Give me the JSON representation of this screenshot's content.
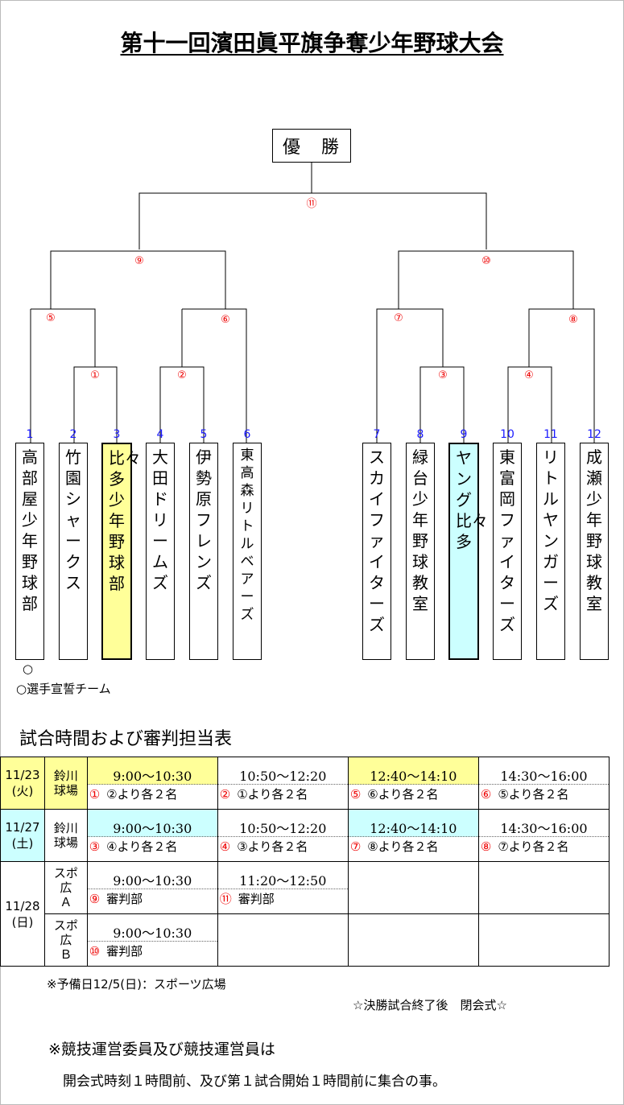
{
  "title": "第十一回濱田眞平旗争奪少年野球大会",
  "bracket": {
    "champion_label": "優　勝",
    "games": [
      "①",
      "②",
      "③",
      "④",
      "⑤",
      "⑥",
      "⑦",
      "⑧",
      "⑨",
      "⑩",
      "⑪"
    ],
    "teams": [
      {
        "no": "1",
        "name": "高部屋少年野球部",
        "highlight": ""
      },
      {
        "no": "2",
        "name": "竹園シャークス",
        "highlight": ""
      },
      {
        "no": "3",
        "name": "比々多少年野球部",
        "highlight": "yellow"
      },
      {
        "no": "4",
        "name": "大田ドリームズ",
        "highlight": ""
      },
      {
        "no": "5",
        "name": "伊勢原フレンズ",
        "highlight": ""
      },
      {
        "no": "6",
        "name": "東高森リトルベアーズ",
        "highlight": ""
      },
      {
        "no": "7",
        "name": "スカイファイターズ",
        "highlight": ""
      },
      {
        "no": "8",
        "name": "緑台少年野球教室",
        "highlight": ""
      },
      {
        "no": "9",
        "name": "ヤング比々多",
        "highlight": "cyan"
      },
      {
        "no": "10",
        "name": "東富岡ファイターズ",
        "highlight": ""
      },
      {
        "no": "11",
        "name": "リトルヤンガーズ",
        "highlight": ""
      },
      {
        "no": "12",
        "name": "成瀬少年野球教室",
        "highlight": ""
      }
    ],
    "oath_mark": "○",
    "oath_note": "○選手宣誓チーム"
  },
  "schedule": {
    "title": "試合時間および審判担当表",
    "rows": [
      {
        "date": [
          "11/23",
          "(火)"
        ],
        "venue": [
          "鈴川",
          "球場"
        ],
        "slots": [
          {
            "time": "9:00～10:30",
            "game": "①",
            "ref": "②より各２名",
            "bg": "yellow"
          },
          {
            "time": "10:50～12:20",
            "game": "②",
            "ref": "①より各２名",
            "bg": ""
          },
          {
            "time": "12:40～14:10",
            "game": "⑤",
            "ref": "⑥より各２名",
            "bg": "yellow"
          },
          {
            "time": "14:30～16:00",
            "game": "⑥",
            "ref": "⑤より各２名",
            "bg": ""
          }
        ]
      },
      {
        "date": [
          "11/27",
          "(土)"
        ],
        "venue": [
          "鈴川",
          "球場"
        ],
        "slots": [
          {
            "time": "9:00～10:30",
            "game": "③",
            "ref": "④より各２名",
            "bg": "cyan"
          },
          {
            "time": "10:50～12:20",
            "game": "④",
            "ref": "③より各２名",
            "bg": ""
          },
          {
            "time": "12:40～14:10",
            "game": "⑦",
            "ref": "⑧より各２名",
            "bg": "cyan"
          },
          {
            "time": "14:30～16:00",
            "game": "⑧",
            "ref": "⑦より各２名",
            "bg": ""
          }
        ]
      },
      {
        "date": [
          "11/28",
          "(日)"
        ],
        "subrows": [
          {
            "venue": [
              "スポ",
              "広",
              "Ａ"
            ],
            "slots": [
              {
                "time": "9:00～10:30",
                "game": "⑨",
                "ref": "審判部"
              },
              {
                "time": "11:20～12:50",
                "game": "⑪",
                "ref": "審判部"
              }
            ]
          },
          {
            "venue": [
              "スポ",
              "広",
              "Ｂ"
            ],
            "slots": [
              {
                "time": "9:00～10:30",
                "game": "⑩",
                "ref": "審判部"
              }
            ]
          }
        ]
      }
    ],
    "reserve_note": "※予備日12/5(日)：スポーツ広場",
    "ceremony_note": "☆決勝試合終了後　閉会式☆"
  },
  "footer": {
    "line1": "※競技運営委員及び競技運営員は",
    "line2": "開会式時刻１時間前、及び第１試合開始１時間前に集合の事。"
  }
}
